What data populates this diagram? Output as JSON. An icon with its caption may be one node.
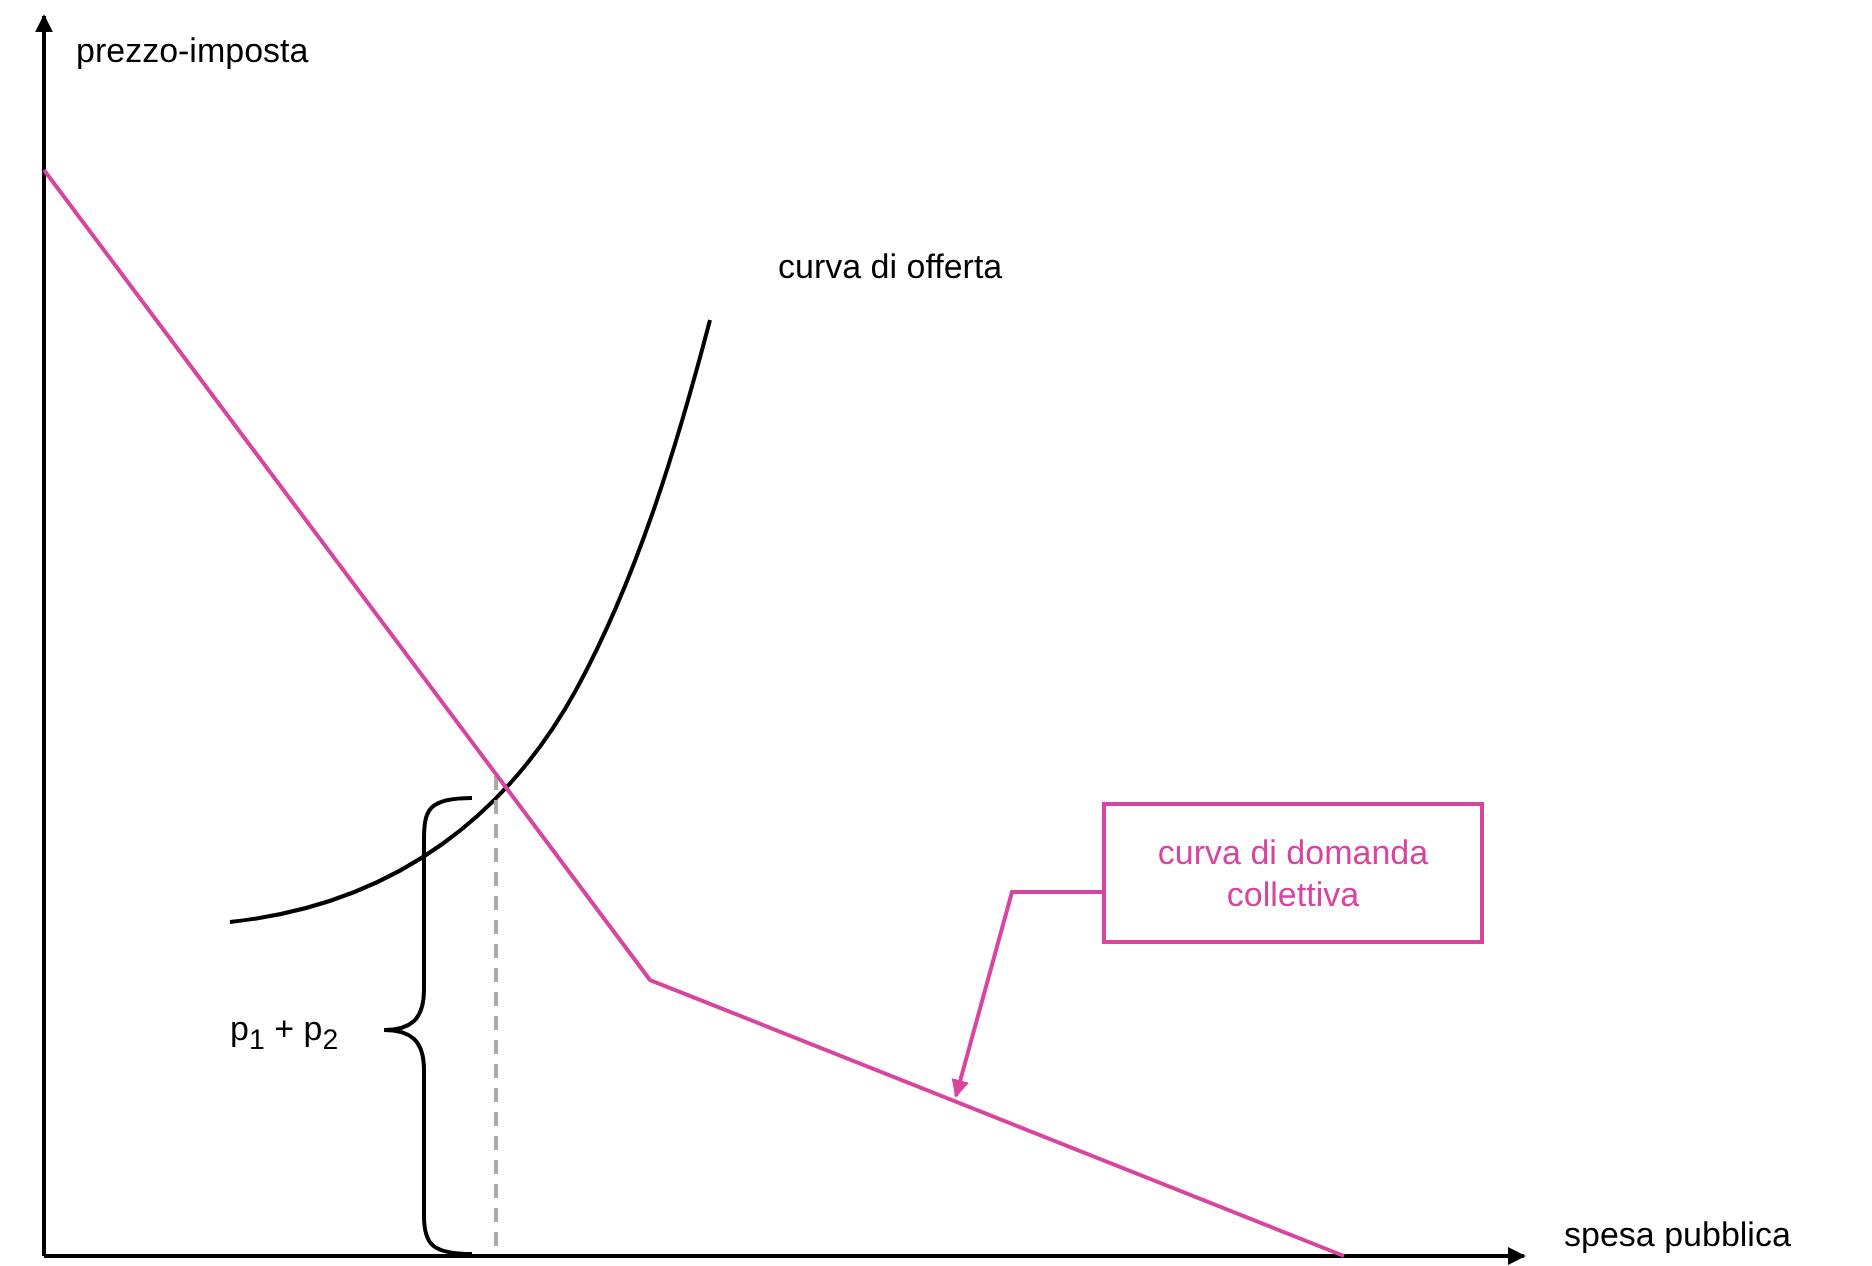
{
  "diagram": {
    "nodes": [
      {
        "text": [
          "curva di domanda collettiva"
        ]
      },
      {
        "text": [],
        "shape": "line"
      }
    ],
    "edges": [
      {
        "from": 0,
        "to": 1,
        "arrow": "to"
      }
    ],
    "labels": [
      "prezzo-imposta",
      "curva di offerta",
      "p$_{1}$ + p$_{2}$",
      "spesa pubblica"
    ]
  }
}
